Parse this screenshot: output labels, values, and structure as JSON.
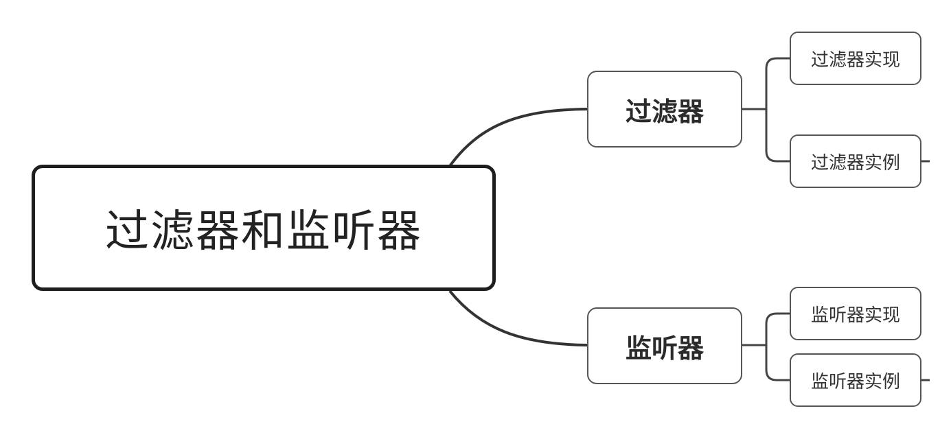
{
  "mindmap": {
    "root": {
      "label": "过滤器和监听器"
    },
    "branches": [
      {
        "label": "过滤器",
        "children": [
          {
            "label": "过滤器实现"
          },
          {
            "label": "过滤器实例"
          }
        ]
      },
      {
        "label": "监听器",
        "children": [
          {
            "label": "监听器实现"
          },
          {
            "label": "监听器实例"
          }
        ]
      }
    ]
  }
}
